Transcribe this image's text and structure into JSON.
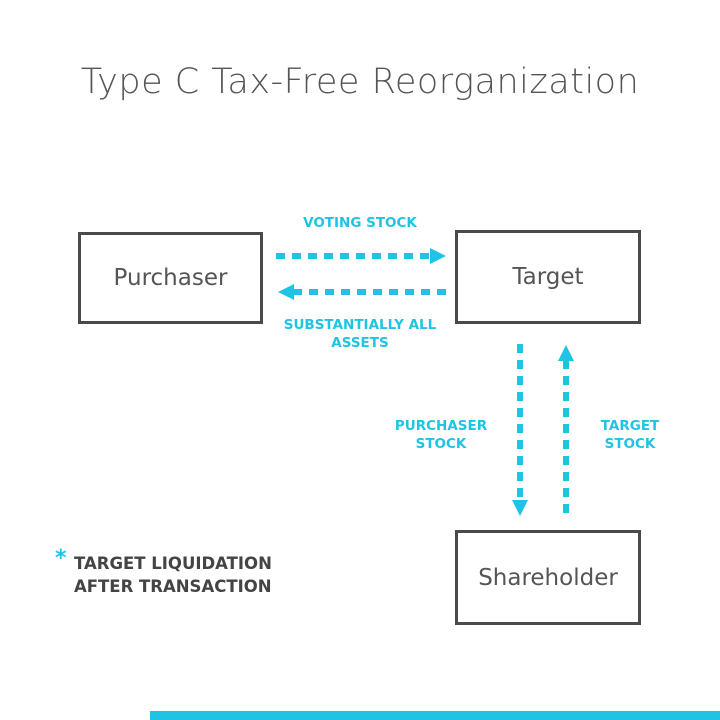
{
  "title": "Type C Tax-Free Reorganization",
  "nodes": {
    "purchaser": "Purchaser",
    "target": "Target",
    "shareholder": "Shareholder"
  },
  "edges": {
    "voting_stock": "VOTING STOCK",
    "assets_line1": "SUBSTANTIALLY ALL",
    "assets_line2": "ASSETS",
    "purchaser_stock_line1": "PURCHASER",
    "purchaser_stock_line2": "STOCK",
    "target_stock_line1": "TARGET",
    "target_stock_line2": "STOCK"
  },
  "note": {
    "marker": "*",
    "line1": "TARGET LIQUIDATION",
    "line2": "AFTER TRANSACTION"
  },
  "colors": {
    "accent": "#1fc4e4",
    "box_border": "#4a4a4a",
    "text": "#555555"
  }
}
